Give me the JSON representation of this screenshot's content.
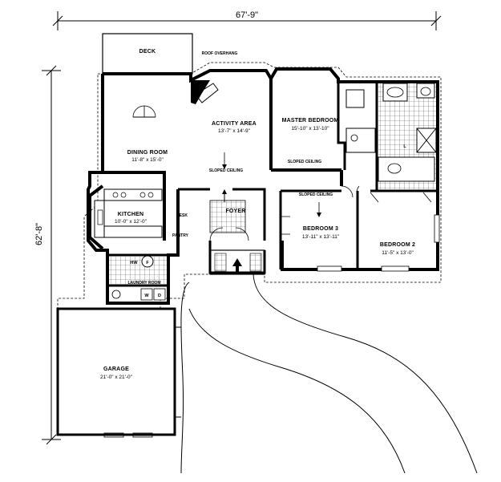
{
  "dimensions": {
    "width": "67'-9\"",
    "height": "62'-8\""
  },
  "rooms": {
    "deck": {
      "name": "DECK"
    },
    "activity": {
      "name": "ACTIVITY AREA",
      "size": "13'-7\" x 14'-9\""
    },
    "dining": {
      "name": "DINING ROOM",
      "size": "11'-8\" x 15'-0\""
    },
    "master": {
      "name": "MASTER BEDROOM",
      "size": "15'-10\" x 13'-10\""
    },
    "kitchen": {
      "name": "KITCHEN",
      "size": "10'-0\" x 12'-0\""
    },
    "foyer": {
      "name": "FOYER"
    },
    "bedroom3": {
      "name": "BEDROOM 3",
      "size": "13'-11\" x 13'-11\""
    },
    "bedroom2": {
      "name": "BEDROOM 2",
      "size": "11'-5\" x 13'-0\""
    },
    "laundry": {
      "name": "LAUNDRY ROOM"
    },
    "garage": {
      "name": "GARAGE",
      "size": "21'-0\" x 21'-0\""
    }
  },
  "notes": {
    "roof_overhang": "ROOF OVERHANG",
    "sloped_ceiling_activity": "SLOPED CEILING",
    "sloped_ceiling_master": "SLOPED CEILING",
    "sloped_ceiling_bed3": "SLOPED CEILING",
    "desk": "DESK",
    "pantry": "PANTRY"
  },
  "fixtures": {
    "hw": "HW",
    "f": "F",
    "w": "W",
    "d": "D",
    "l": "L"
  }
}
